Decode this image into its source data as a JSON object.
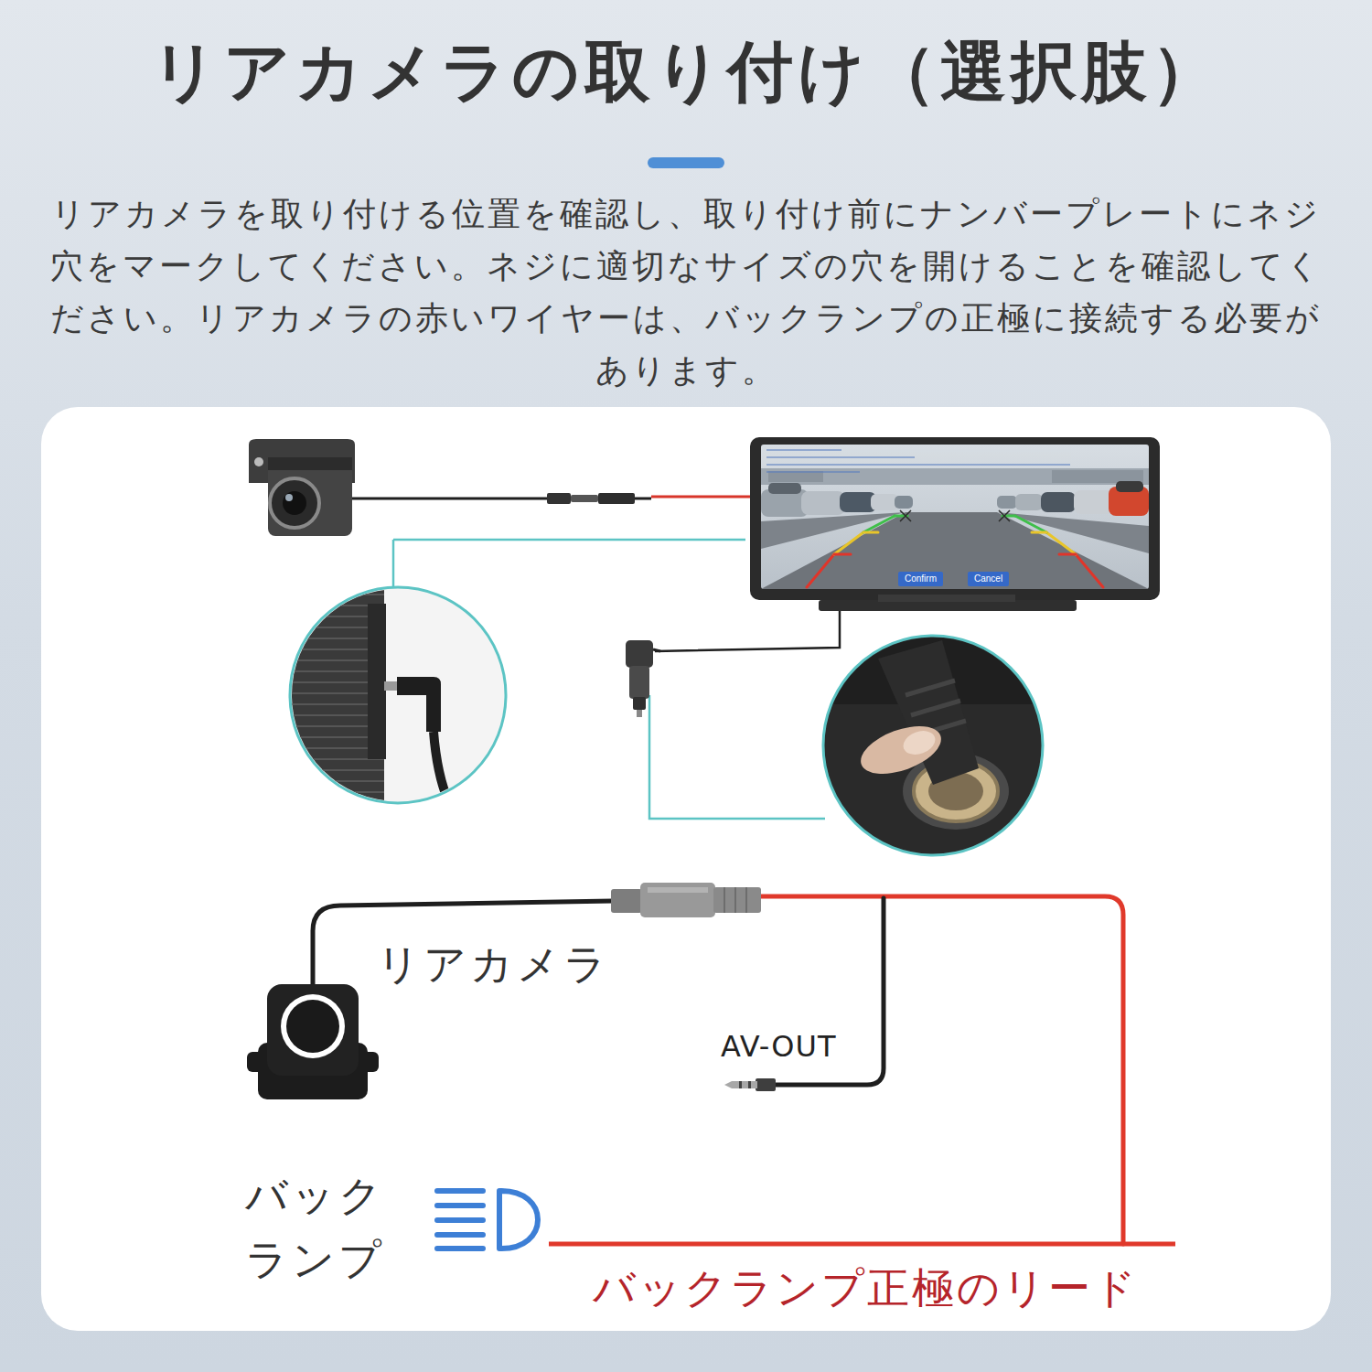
{
  "diagram": {
    "title": "リアカメラの取り付け（選択肢）",
    "nodes": [
      {
        "text": [
          "Confirm"
        ]
      },
      {
        "text": [
          "Cancel"
        ]
      }
    ],
    "labels": [
      "リアカメラを取り付ける位置を確認し、取り付け前にナンバープレートにネジ穴をマークしてください。ネジに適切なサイズの穴を開けることを確認してください。リアカメラの赤いワイヤーは、バックランプの正極に接続する必要があります。",
      "リアカメラ",
      "AV-OUT",
      "バック ランプ",
      "バックランプ正極のリード"
    ]
  }
}
